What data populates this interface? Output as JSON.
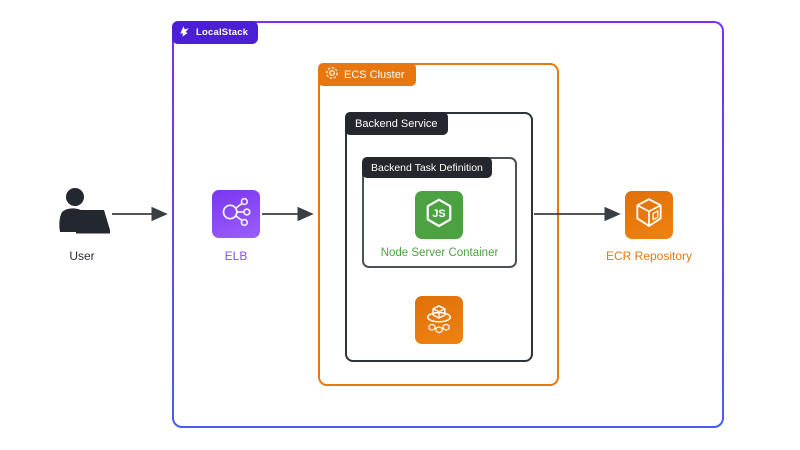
{
  "diagram": {
    "groups": {
      "localstack": {
        "label": "LocalStack"
      },
      "ecs_cluster": {
        "label": "ECS Cluster"
      },
      "backend_service": {
        "label": "Backend Service"
      },
      "backend_task_definition": {
        "label": "Backend Task Definition"
      }
    },
    "nodes": {
      "user": {
        "label": "User"
      },
      "elb": {
        "label": "ELB"
      },
      "node_server_container": {
        "label": "Node Server Container"
      },
      "ecs_service": {
        "icon": "ecs-service-icon"
      },
      "ecr_repository": {
        "label": "ECR Repository"
      }
    },
    "colors": {
      "localstack_badge": "#4B1FD6",
      "border_gradient_top": "#7C2EF2",
      "border_gradient_bottom": "#4A5BF7",
      "aws_orange": "#E8770F",
      "dark_badge": "#24272E",
      "node_green": "#4CA243",
      "elb_purple": "#8A4DF5",
      "arrow": "#3A3E45"
    }
  }
}
